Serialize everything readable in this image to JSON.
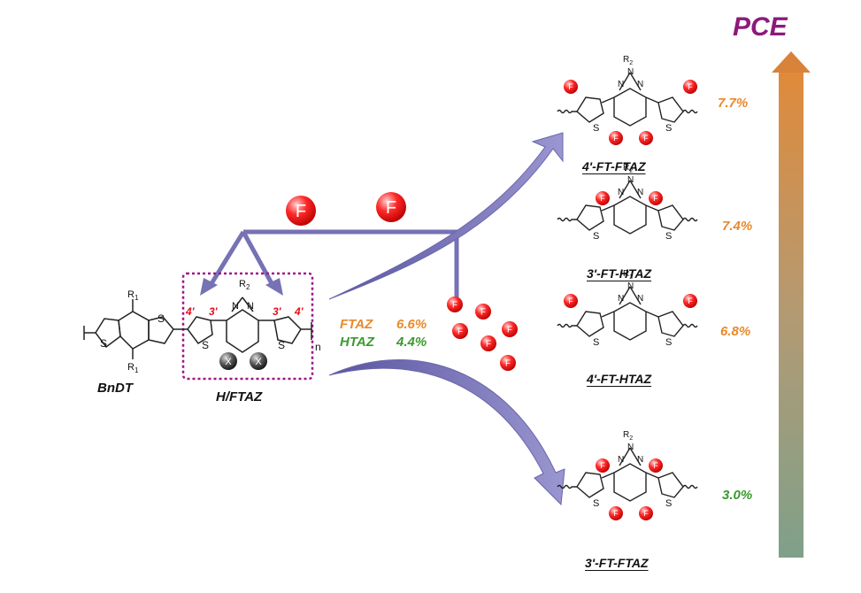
{
  "title": "PCE",
  "left": {
    "bndt_label": "BnDT",
    "htaz_label": "H/FTAZ",
    "r1": "R",
    "r1_sub": "1",
    "r2": "R",
    "r2_sub": "2",
    "x_atom": "X",
    "n_subscript": "n",
    "pos_4p": "4'",
    "pos_3p": "3'",
    "ftaz_name": "FTAZ",
    "ftaz_pce": "6.6%",
    "htaz_name": "HTAZ",
    "htaz_pce": "4.4%"
  },
  "f_symbol": "F",
  "s_symbol": "S",
  "n_symbol": "N",
  "polymers": [
    {
      "name": "4'-FT-FTAZ",
      "pce": "7.7%"
    },
    {
      "name": "3'-FT-HTAZ",
      "pce": "7.4%"
    },
    {
      "name": "4'-FT-HTAZ",
      "pce": "6.8%"
    },
    {
      "name": "3'-FT-FTAZ",
      "pce": "3.0%"
    }
  ],
  "colors": {
    "title": "#8b1a7a",
    "orange": "#e88a2b",
    "green": "#3a9a2e",
    "red_label": "#e0101a",
    "arrow": "#7672b4",
    "box": "#a0158a"
  }
}
